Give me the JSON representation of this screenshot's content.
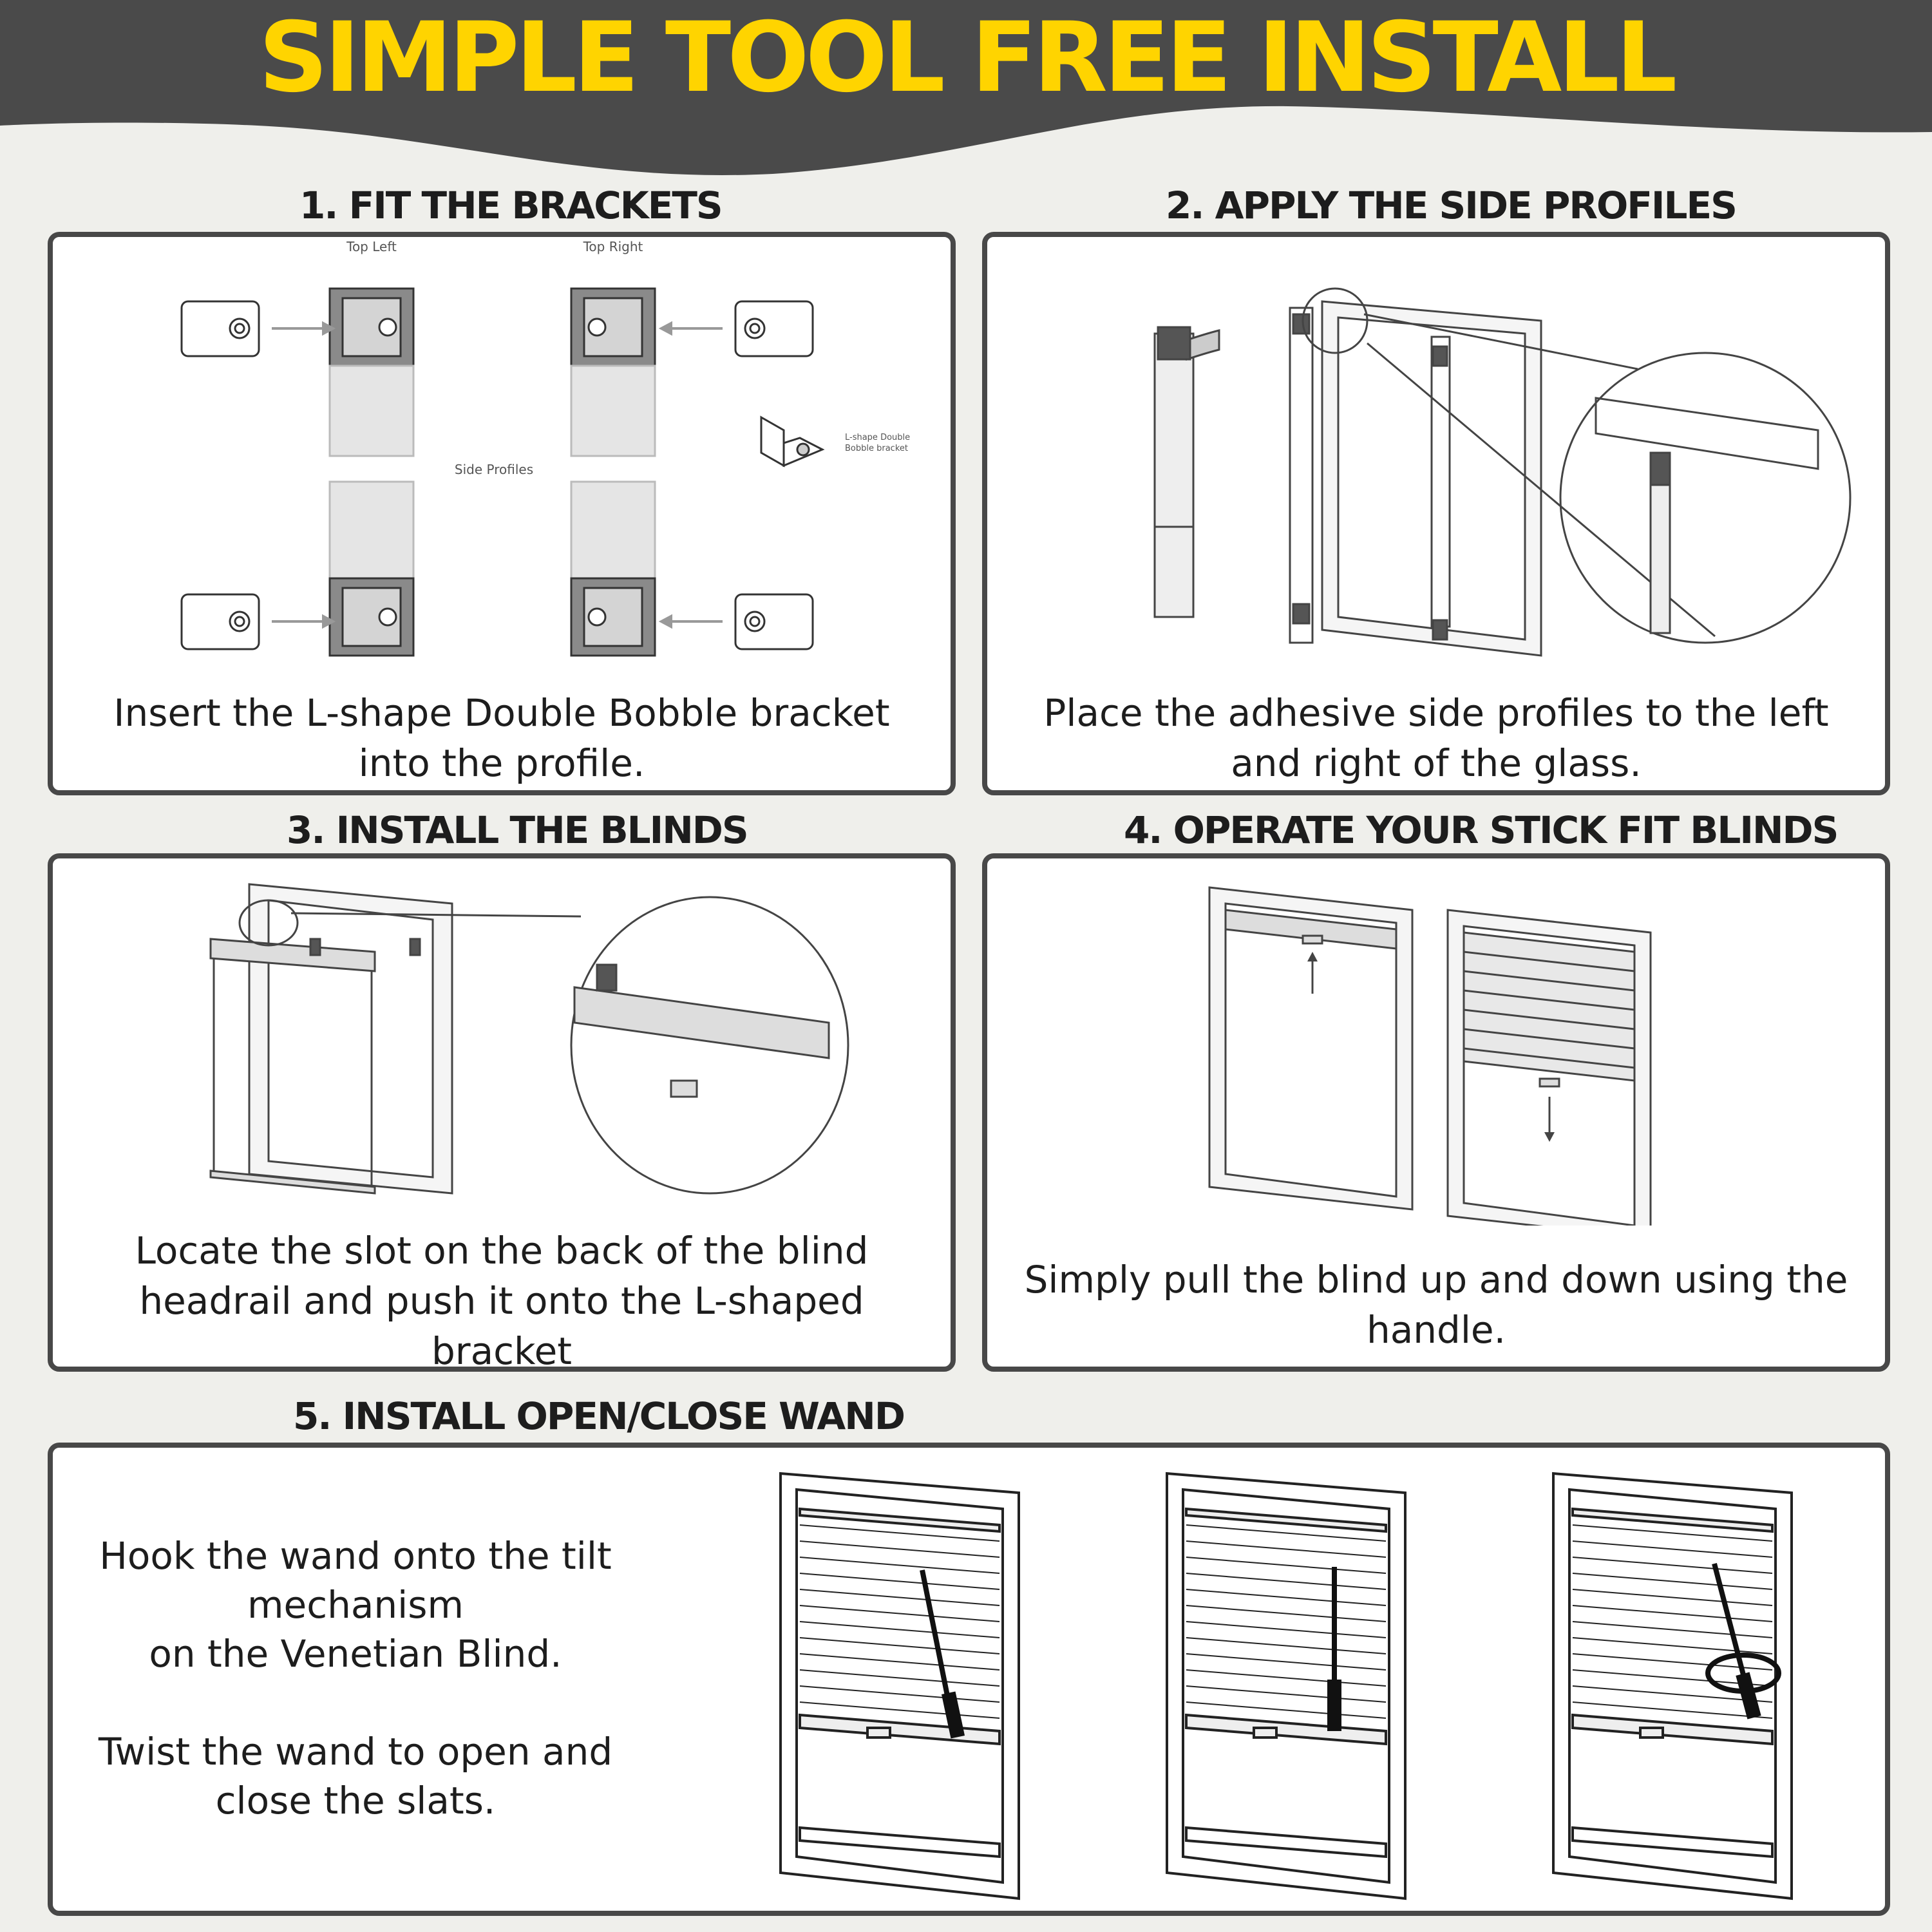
{
  "header": {
    "title": "SIMPLE TOOL FREE INSTALL"
  },
  "steps": [
    {
      "heading": "1. FIT THE BRACKETS",
      "caption": "Insert the L-shape Double Bobble bracket into the profile.",
      "labels": {
        "top_left": "Top Left",
        "top_right": "Top Right",
        "side_profiles": "Side Profiles",
        "bracket_1": "L-shape Double",
        "bracket_2": "Bobble bracket"
      }
    },
    {
      "heading": "2. APPLY THE SIDE PROFILES",
      "caption": "Place the adhesive side profiles to the left and right of the glass."
    },
    {
      "heading": "3. INSTALL THE BLINDS",
      "caption": "Locate the slot on the back of the blind headrail and push it onto the L-shaped bracket"
    },
    {
      "heading": "4. OPERATE YOUR STICK FIT BLINDS",
      "caption": "Simply pull the blind up and down using the handle."
    },
    {
      "heading": "5. INSTALL OPEN/CLOSE WAND",
      "text_1": "Hook the wand onto the tilt mechanism",
      "text_2": "on the Venetian Blind.",
      "text_3": "Twist the wand to open and close the slats."
    }
  ],
  "colors": {
    "banner": "#4a4a4a",
    "title": "#ffd400",
    "panel_border": "#484848",
    "background": "#efefeb"
  }
}
